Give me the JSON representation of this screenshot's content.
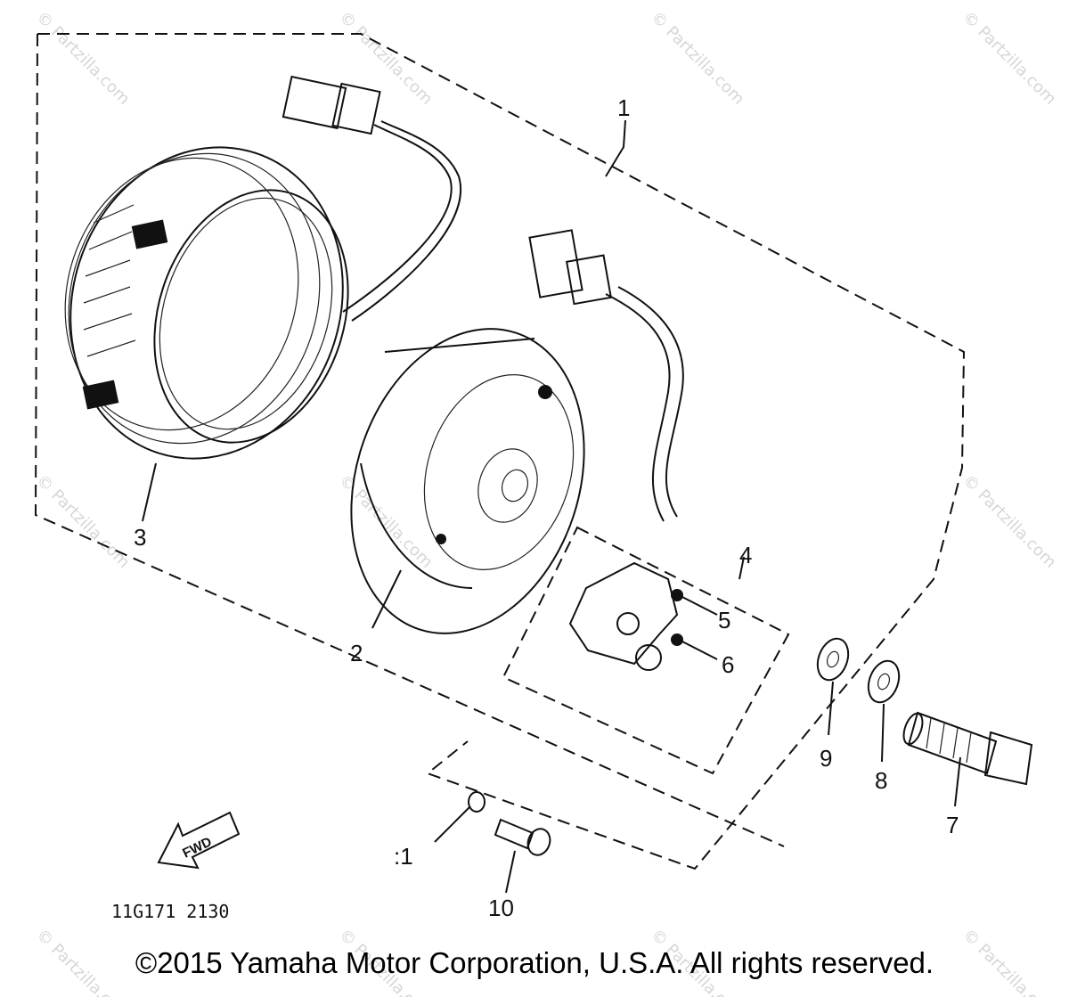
{
  "diagram": {
    "watermark_text": "© Partzilla.com",
    "diagram_code": "11G171 2130",
    "fwd_label": "FWD",
    "callouts": [
      {
        "id": "c1-top",
        "label": "1"
      },
      {
        "id": "c2",
        "label": "2"
      },
      {
        "id": "c3",
        "label": "3"
      },
      {
        "id": "c4",
        "label": "4"
      },
      {
        "id": "c5",
        "label": "5"
      },
      {
        "id": "c6",
        "label": "6"
      },
      {
        "id": "c7",
        "label": "7"
      },
      {
        "id": "c8",
        "label": "8"
      },
      {
        "id": "c9",
        "label": "9"
      },
      {
        "id": "c10",
        "label": "10"
      },
      {
        "id": "c1-bottom",
        "label": ":1"
      }
    ]
  },
  "footer": {
    "copyright": "©2015 Yamaha Motor Corporation, U.S.A. All rights reserved."
  }
}
